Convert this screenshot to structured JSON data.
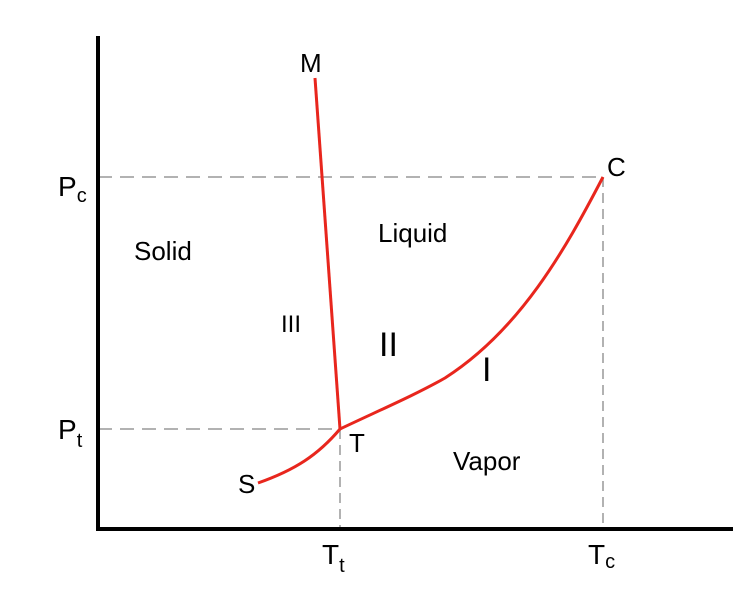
{
  "diagram": {
    "axes": {
      "y_ticks": [
        {
          "main": "P",
          "sub": "c"
        },
        {
          "main": "P",
          "sub": "t"
        }
      ],
      "x_ticks": [
        {
          "main": "T",
          "sub": "t"
        },
        {
          "main": "T",
          "sub": "c"
        }
      ]
    },
    "points": {
      "melting_end": "M",
      "critical": "C",
      "triple": "T",
      "sublimation_end": "S"
    },
    "regions": {
      "solid": "Solid",
      "liquid": "Liquid",
      "vapor": "Vapor"
    },
    "curve_labels": {
      "vaporization": "I",
      "liquid_region_marker": "II",
      "fusion": "III"
    },
    "colors": {
      "curve": "#e8261d",
      "axis": "#000000",
      "guide": "#999999"
    }
  }
}
